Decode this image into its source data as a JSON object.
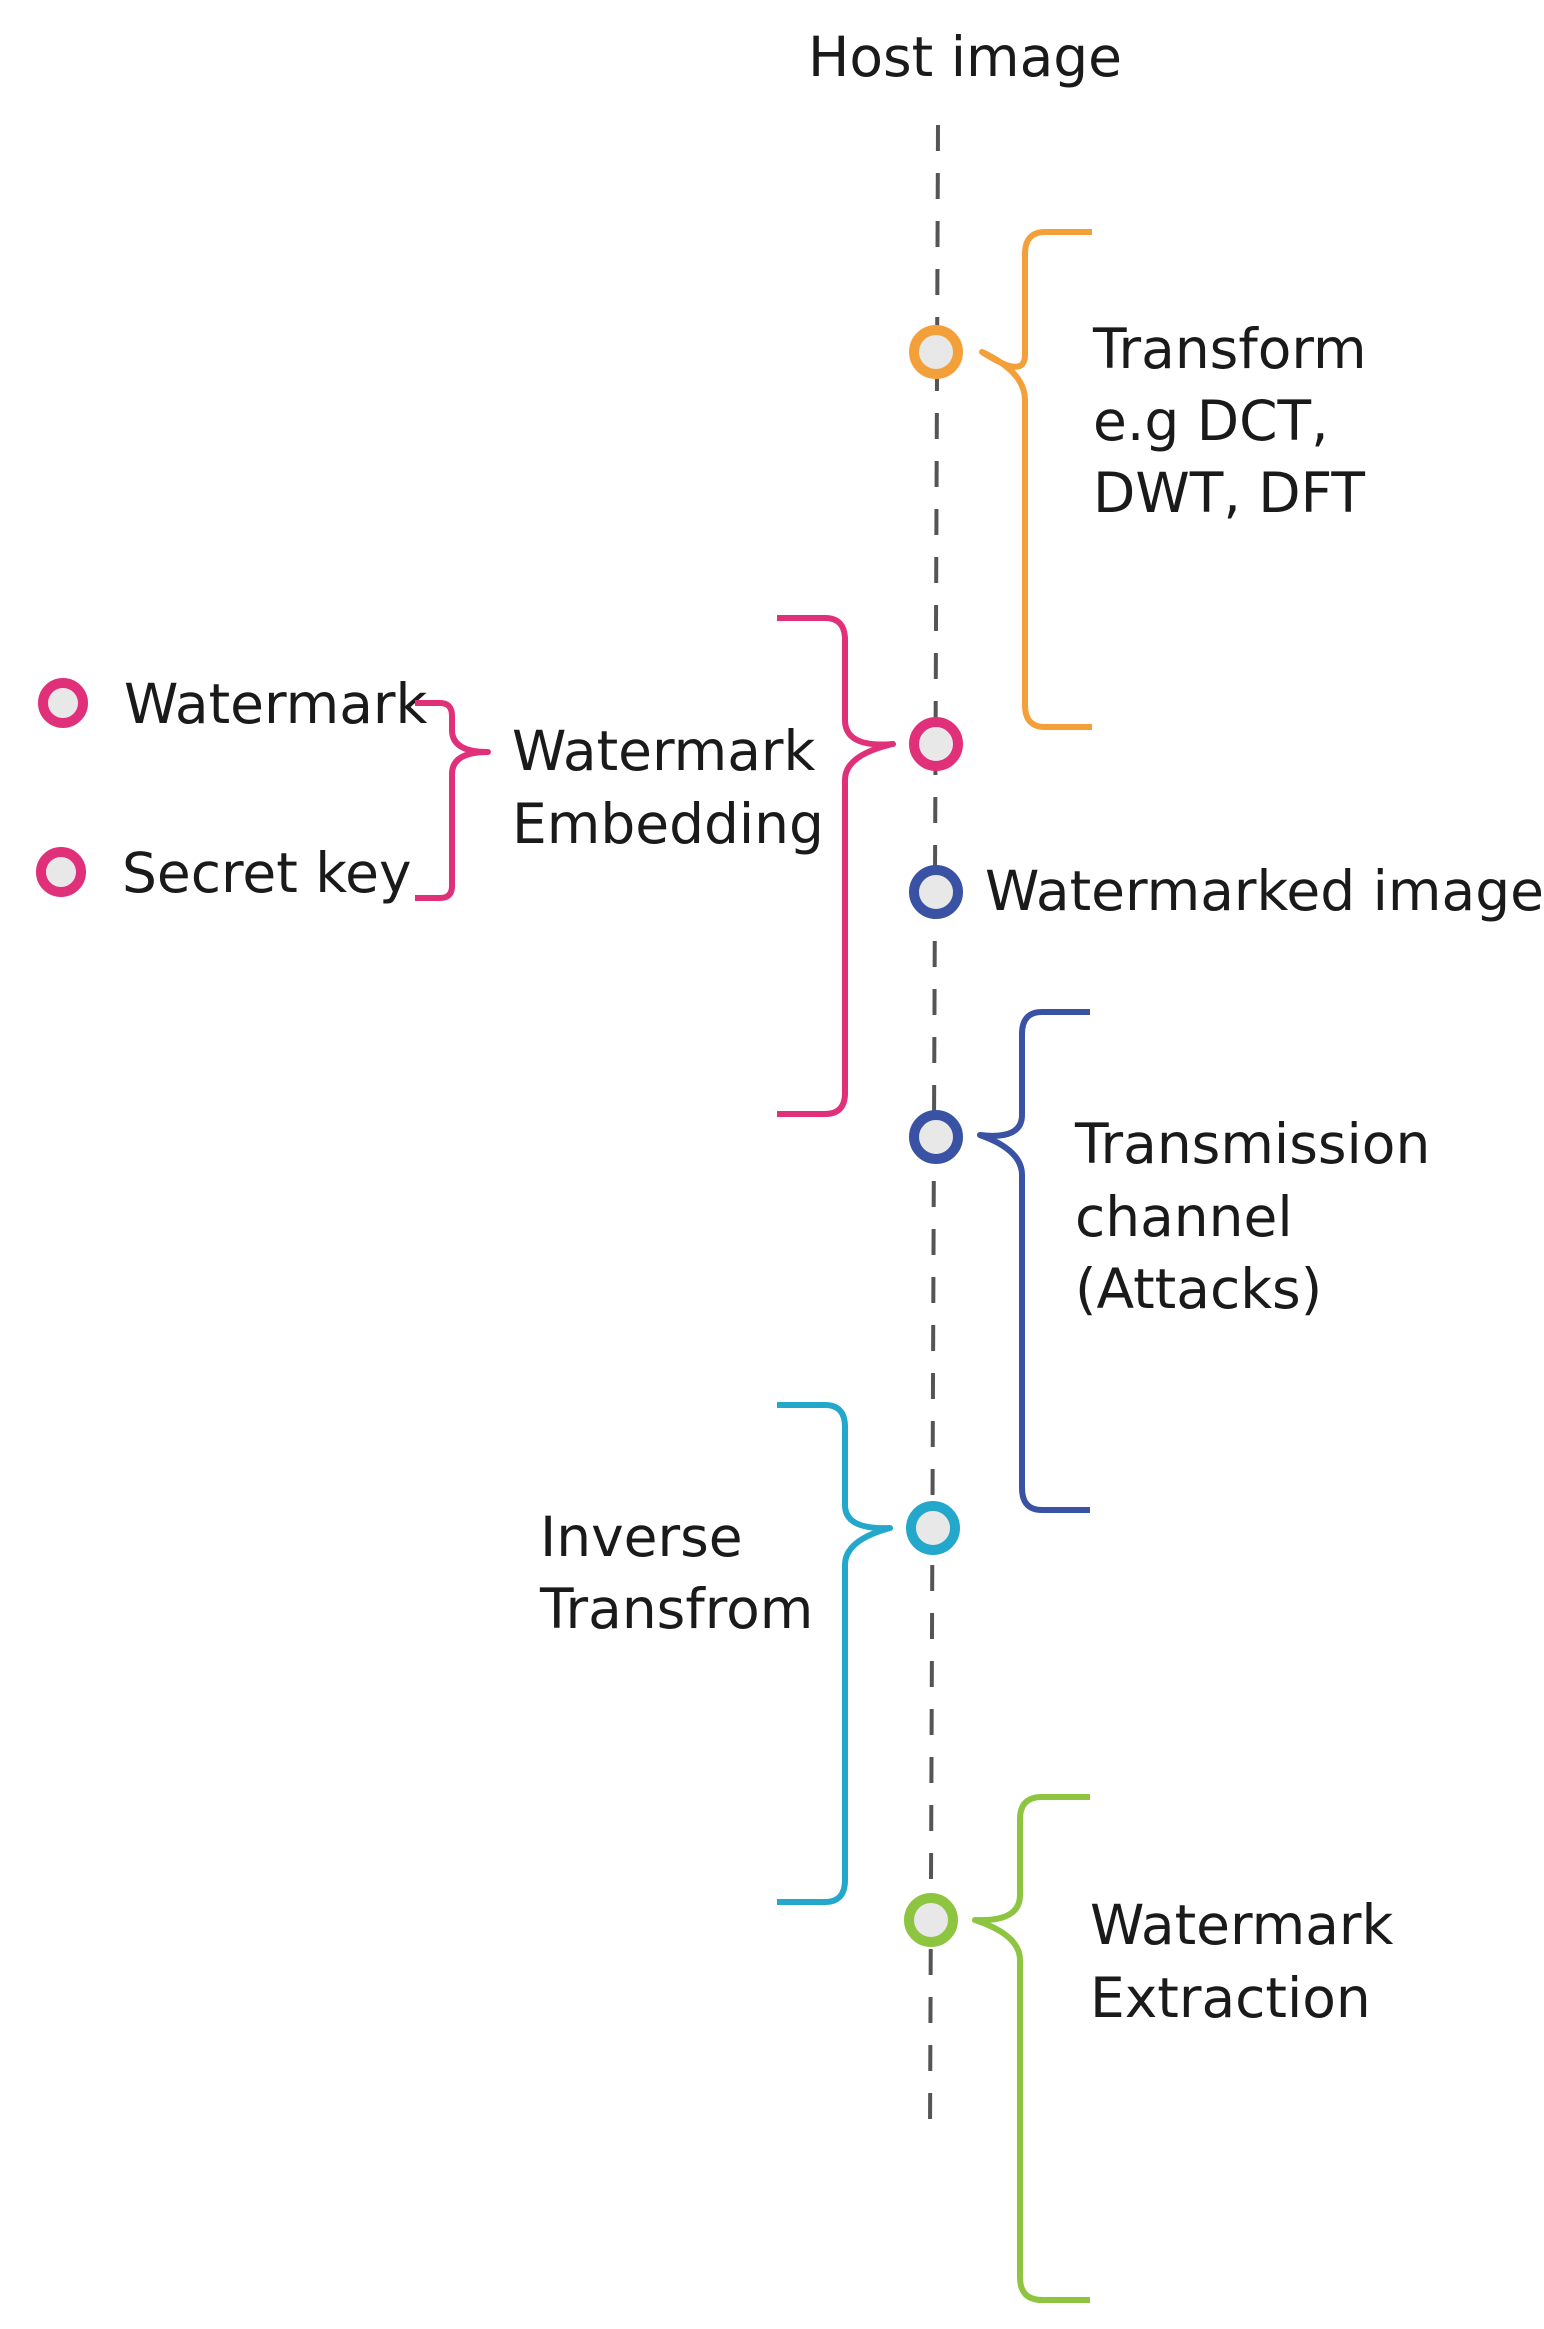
{
  "colors": {
    "transform": "#F4A03A",
    "embedding": "#E0307A",
    "transmission": "#3A52A4",
    "inverse": "#23A8CB",
    "extraction": "#8DC540",
    "axis": "#555555",
    "node_fill": "#e8e8e8",
    "text": "#1a1a1a"
  },
  "labels": {
    "host_image": "Host image",
    "transform_1": "Transform",
    "transform_2": "e.g DCT,",
    "transform_3": "DWT, DFT",
    "watermark": "Watermark",
    "secret_key": "Secret key",
    "embedding_1": "Watermark",
    "embedding_2": "Embedding",
    "watermarked_image": "Watermarked image",
    "transmission_1": "Transmission",
    "transmission_2": "channel",
    "transmission_3": "(Attacks)",
    "inverse_1": "Inverse",
    "inverse_2": "Transfrom",
    "extraction_1": "Watermark",
    "extraction_2": "Extraction"
  }
}
